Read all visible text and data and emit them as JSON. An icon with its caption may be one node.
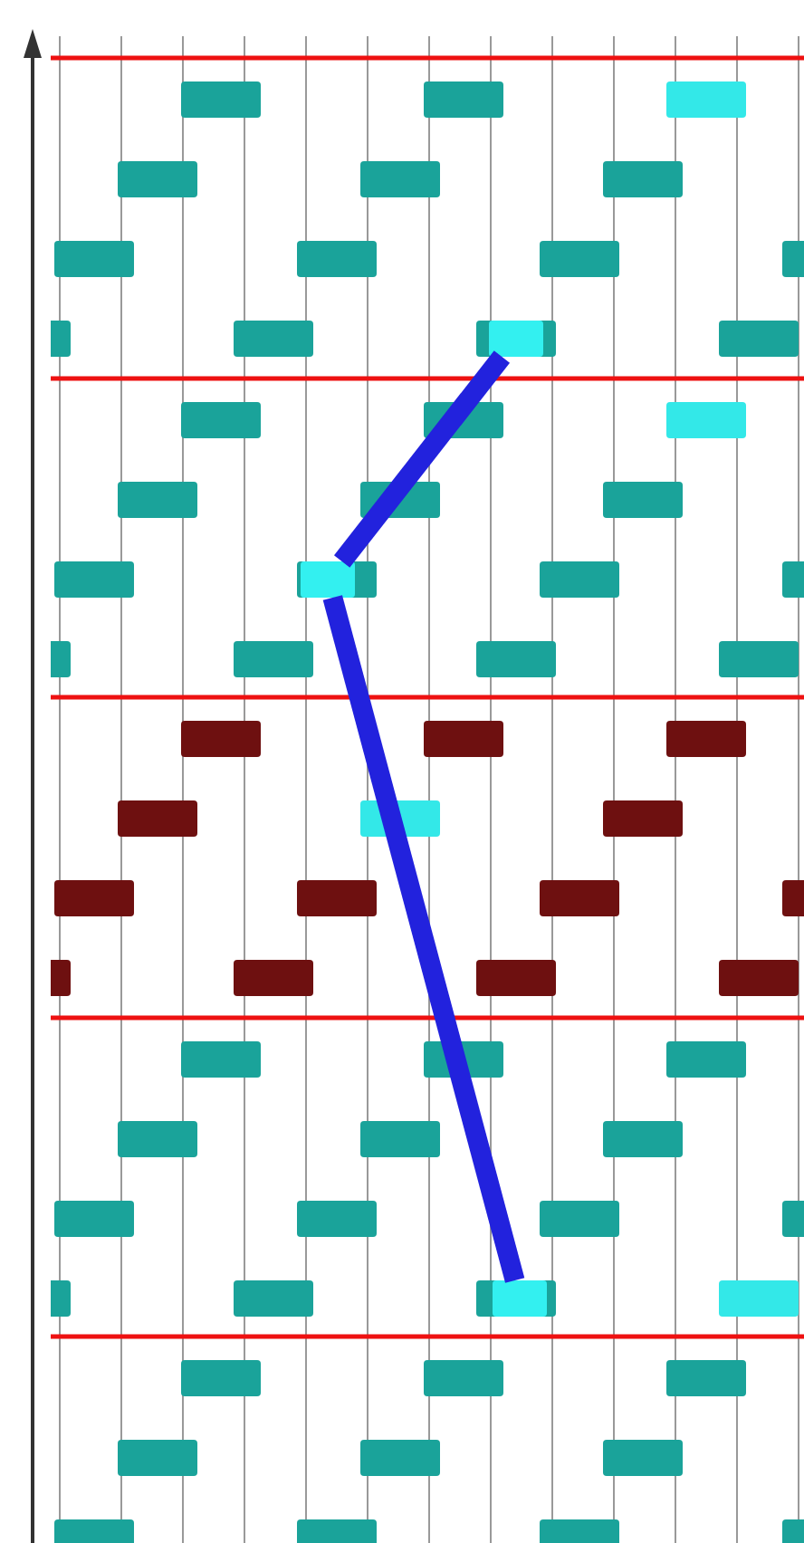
{
  "diagram": {
    "nodes": [
      {
        "text": [],
        "shape": "box"
      },
      {
        "text": [],
        "shape": "box"
      },
      {
        "text": [],
        "shape": "box"
      }
    ],
    "edges": [
      {
        "from": 0,
        "to": 1,
        "arrow": "none"
      },
      {
        "from": 1,
        "to": 2,
        "arrow": "none"
      }
    ]
  }
}
